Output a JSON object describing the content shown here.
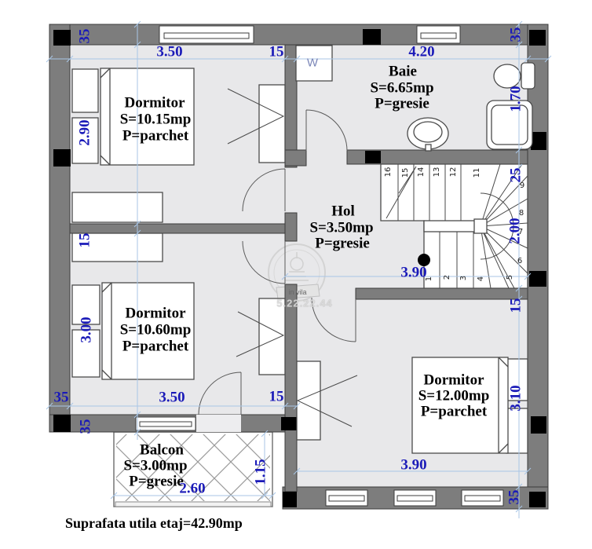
{
  "footer": {
    "text": "Suprafata utila etaj=42.90mp"
  },
  "rooms": {
    "dormitor1": {
      "name": "Dormitor",
      "area": "S=10.15mp",
      "floor": "P=parchet"
    },
    "baie": {
      "name": "Baie",
      "area": "S=6.65mp",
      "floor": "P=gresie"
    },
    "hol": {
      "name": "Hol",
      "area": "S=3.50mp",
      "floor": "P=gresie"
    },
    "dormitor2": {
      "name": "Dormitor",
      "area": "S=10.60mp",
      "floor": "P=parchet"
    },
    "dormitor3": {
      "name": "Dormitor",
      "area": "S=12.00mp",
      "floor": "P=parchet"
    },
    "balcon": {
      "name": "Balcon",
      "area": "S=3.00mp",
      "floor": "P=gresie"
    }
  },
  "dimensions": {
    "top_wall_left": "35",
    "top_width_left": "3.50",
    "top_wall_center": "15",
    "top_width_right": "4.20",
    "top_wall_right": "35",
    "left_room_top": "2.90",
    "left_wall_mid": "15",
    "left_room_bottom": "3.00",
    "left_wall_bottom_h": "35",
    "left_wall_bottom_v": "35",
    "bottom_width_left": "3.50",
    "bottom_wall_center": "15",
    "right_bath": "1.70",
    "right_wall_mid": "25",
    "right_stairs": "2.00",
    "right_wall_lower": "15",
    "right_room_bottom": "3.10",
    "right_wall_bottom": "35",
    "hol_width": "3.90",
    "bedroom_width": "3.90",
    "balcony_width": "2.60",
    "balcony_depth": "1.15"
  },
  "stairs": {
    "treads": [
      "1",
      "2",
      "3",
      "4",
      "5",
      "6",
      "7",
      "8",
      "9",
      "11",
      "12",
      "13",
      "14",
      "15",
      "16"
    ]
  },
  "labels": {
    "washing_machine": "W"
  },
  "watermark": {
    "banner": "in vila",
    "phone": "5.22.22.44"
  },
  "colors": {
    "dimension_blue": "#1a1ab8",
    "wall_gray": "#7d7d7d",
    "floor_gray": "#e8e8ea"
  }
}
